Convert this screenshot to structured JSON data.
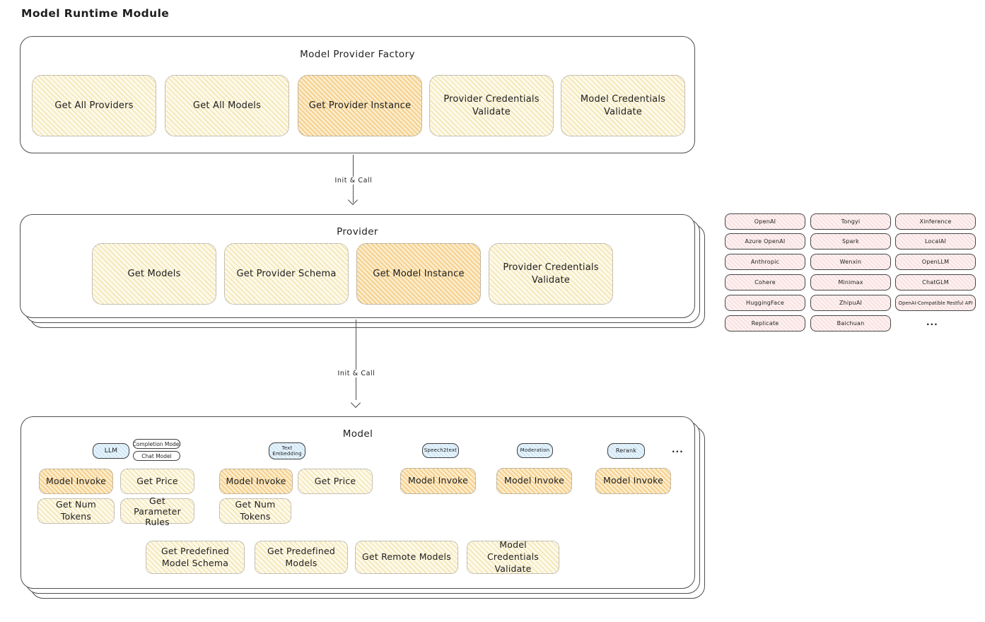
{
  "page_title": "Model Runtime Module",
  "colors": {
    "canvas_bg": "#ffffff",
    "stroke": "#4f4f4f",
    "yellow_fill": "#fdf9ea",
    "yellow_hatch": "#f4e6b4",
    "orange_highlight_fill": "#fbeccd",
    "orange_highlight_hatch": "#f5cd85",
    "blue_fill": "#e7f3fb",
    "blue_hatch": "#cde6f6",
    "pink_fill": "#fdf1f1",
    "pink_hatch": "#f8dcdc"
  },
  "factory": {
    "title": "Model Provider Factory",
    "buttons": [
      "Get All Providers",
      "Get All Models",
      "Get Provider Instance",
      "Provider Credentials Validate",
      "Model Credentials Validate"
    ]
  },
  "arrows": {
    "factory_to_provider": "Init & Call",
    "provider_to_model": "Init & Call"
  },
  "provider": {
    "title": "Provider",
    "buttons": [
      "Get Models",
      "Get Provider Schema",
      "Get Model Instance",
      "Provider Credentials Validate"
    ]
  },
  "provider_list": {
    "rows": [
      [
        "OpenAI",
        "Tongyi",
        "Xinference"
      ],
      [
        "Azure OpenAI",
        "Spark",
        "LocalAI"
      ],
      [
        "Anthropic",
        "Wenxin",
        "OpenLLM"
      ],
      [
        "Cohere",
        "Minimax",
        "ChatGLM"
      ],
      [
        "HuggingFace",
        "ZhipuAI",
        "OpenAI-Compatible Restful API"
      ],
      [
        "Replicate",
        "Baichuan",
        "..."
      ]
    ]
  },
  "model": {
    "title": "Model",
    "more": "...",
    "tabs": {
      "llm": "LLM",
      "completion": "Completion Model",
      "chat": "Chat Model",
      "text_embedding": "Text Embedding",
      "speech2text": "Speech2text",
      "moderation": "Moderation",
      "rerank": "Rerank"
    },
    "buttons": {
      "model_invoke": "Model Invoke",
      "get_price": "Get Price",
      "get_num_tokens": "Get Num Tokens",
      "get_parameter_rules": "Get Parameter Rules"
    },
    "bottom_buttons": [
      "Get Predefined Model Schema",
      "Get Predefined Models",
      "Get Remote Models",
      "Model Credentials Validate"
    ]
  }
}
